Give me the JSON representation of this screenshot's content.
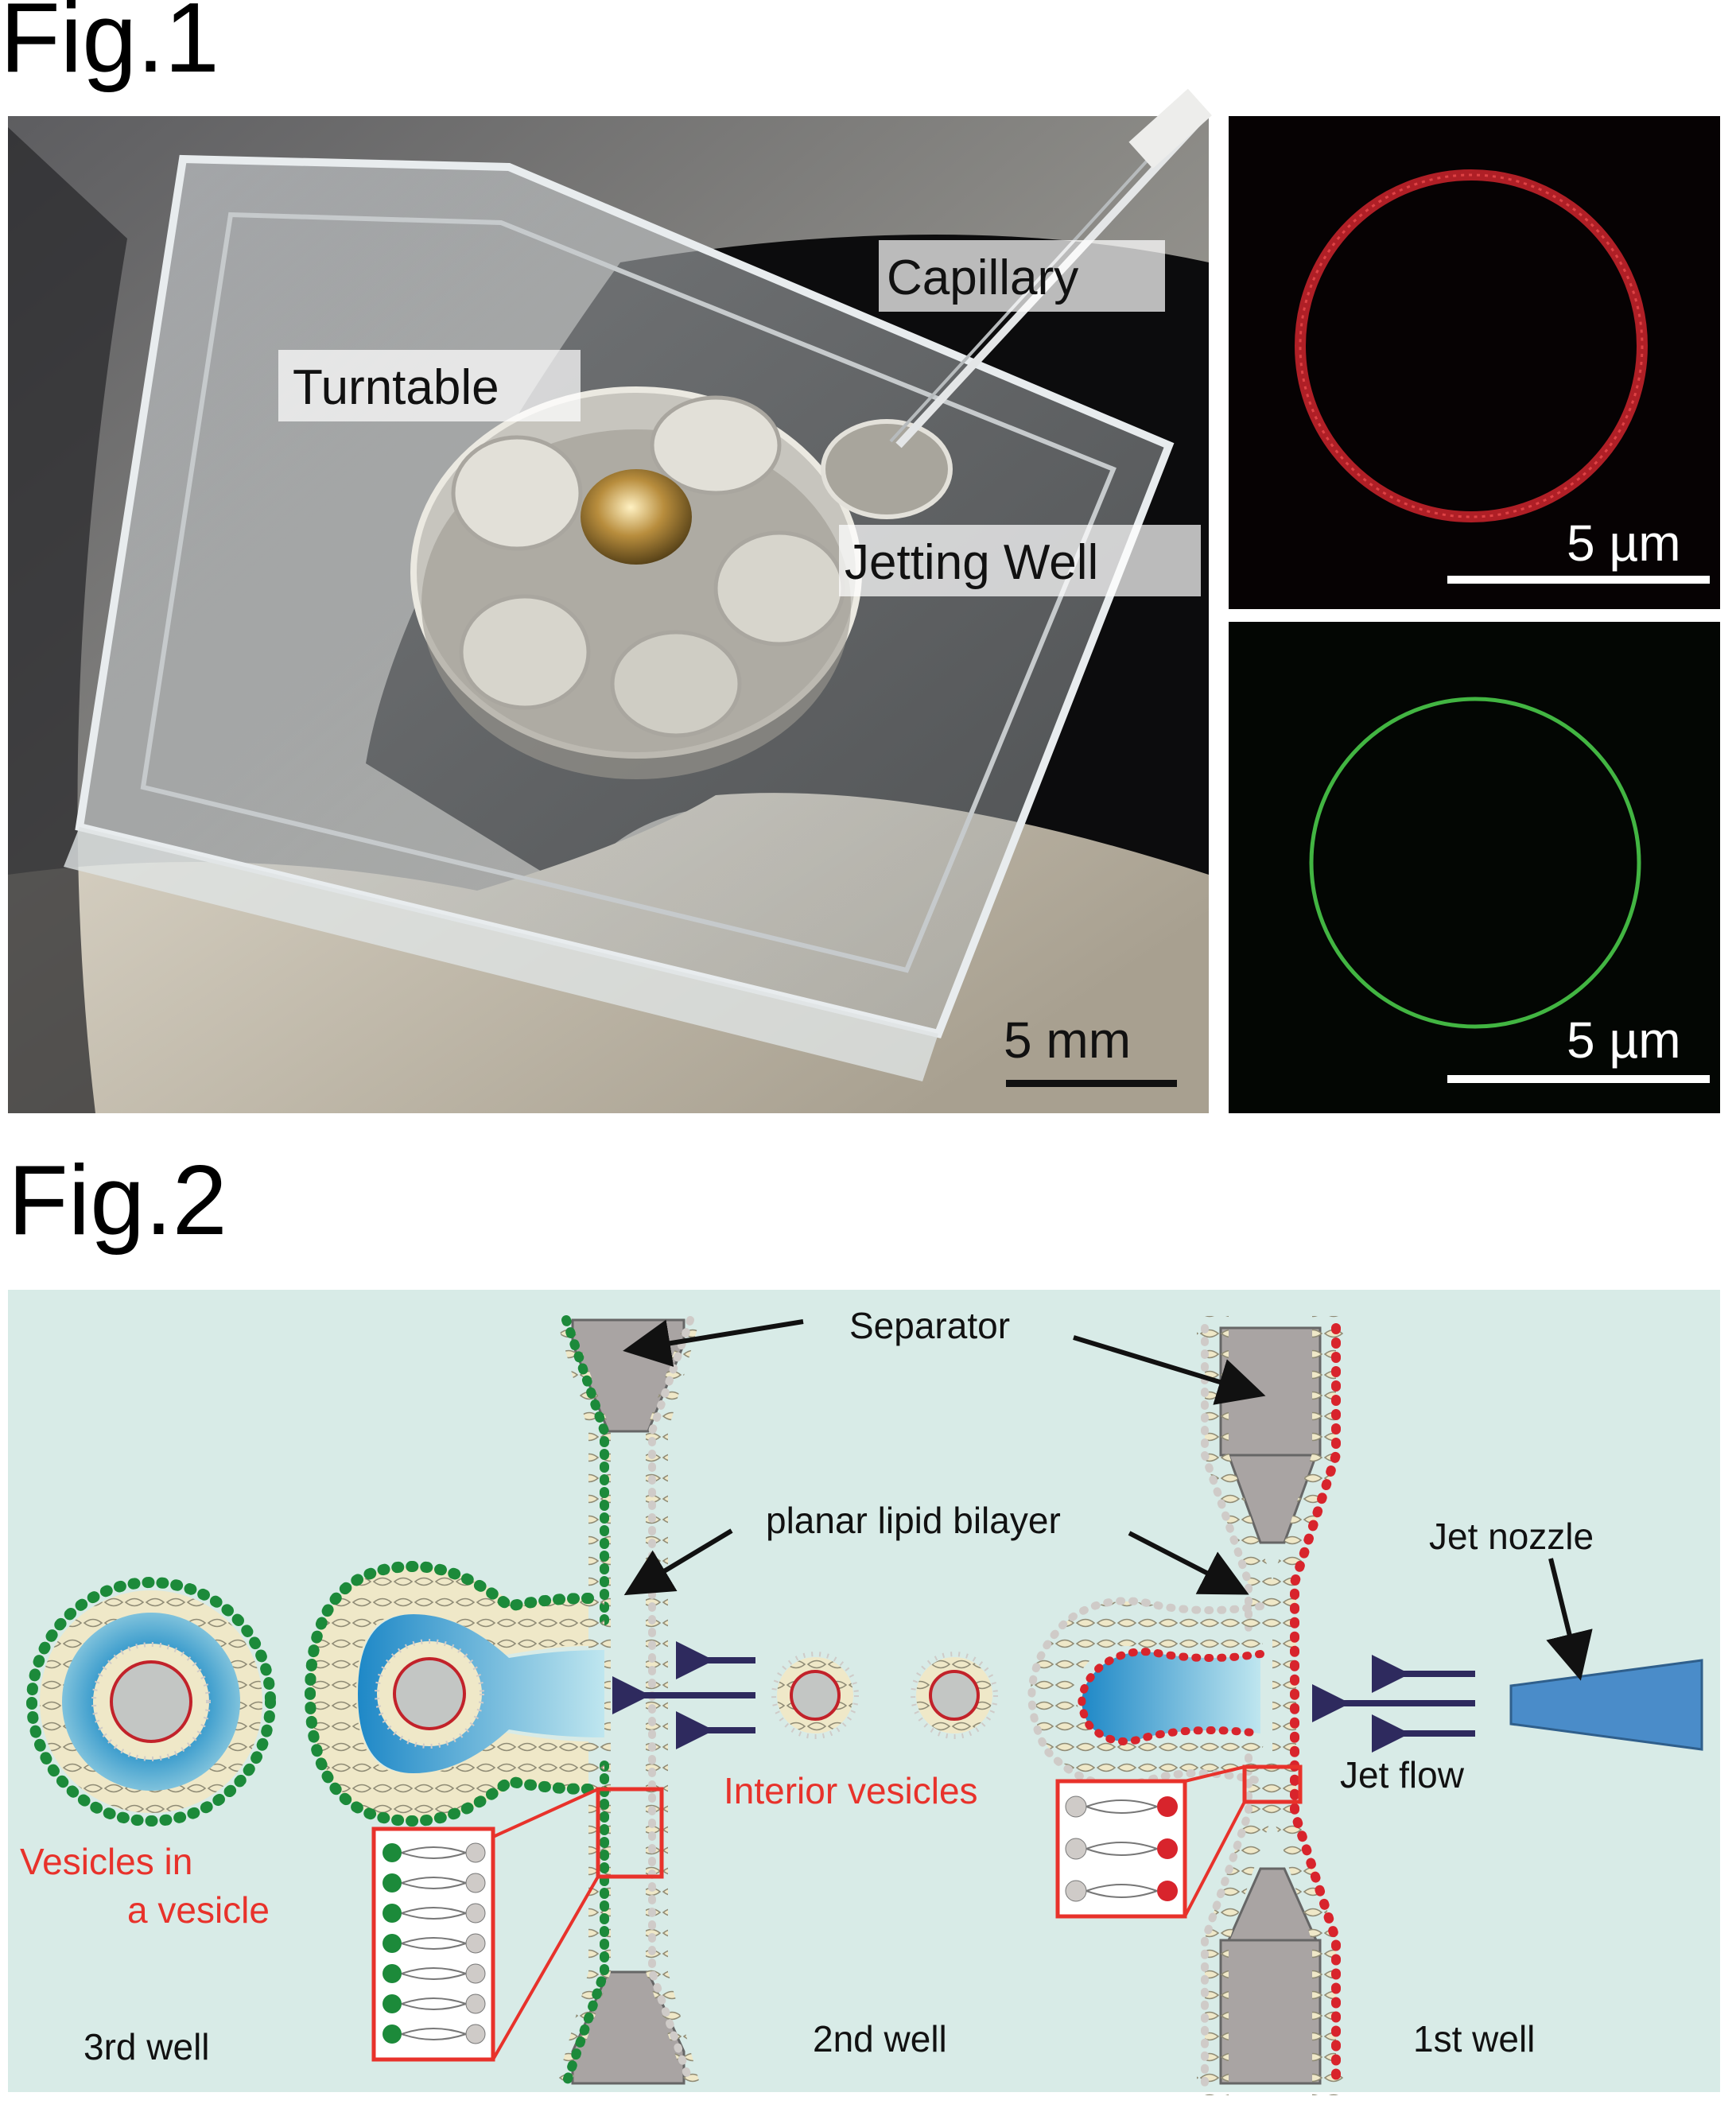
{
  "fig1": {
    "title": "Fig.1",
    "photo_labels": {
      "capillary": "Capillary",
      "turntable": "Turntable",
      "jetting_well": "Jetting Well"
    },
    "scale_photo": "5 mm",
    "scale_red": "5 µm",
    "scale_green": "5 µm"
  },
  "fig2": {
    "title": "Fig.2",
    "labels": {
      "separator": "Separator",
      "planar_bilayer": "planar lipid bilayer",
      "jet_nozzle": "Jet nozzle",
      "jet_flow": "Jet flow",
      "interior_vesicles": "Interior vesicles",
      "vesicles_line1": "Vesicles in",
      "vesicles_line2": "a vesicle",
      "well_3": "3rd well",
      "well_2": "2nd well",
      "well_1": "1st well"
    },
    "colors": {
      "background": "#d8ebe7",
      "separator": "#a9a4a3",
      "lipid_outer_green": "#1c8a3a",
      "lipid_outer_red": "#d8242c",
      "lipid_inner_grey": "#cfcbc8",
      "jet_nozzle": "#4a8cc9",
      "arrow": "#2e2a5e",
      "highlight_box": "#e8322b",
      "red_ring": "#c2222a",
      "green_ring": "#42b542"
    }
  }
}
